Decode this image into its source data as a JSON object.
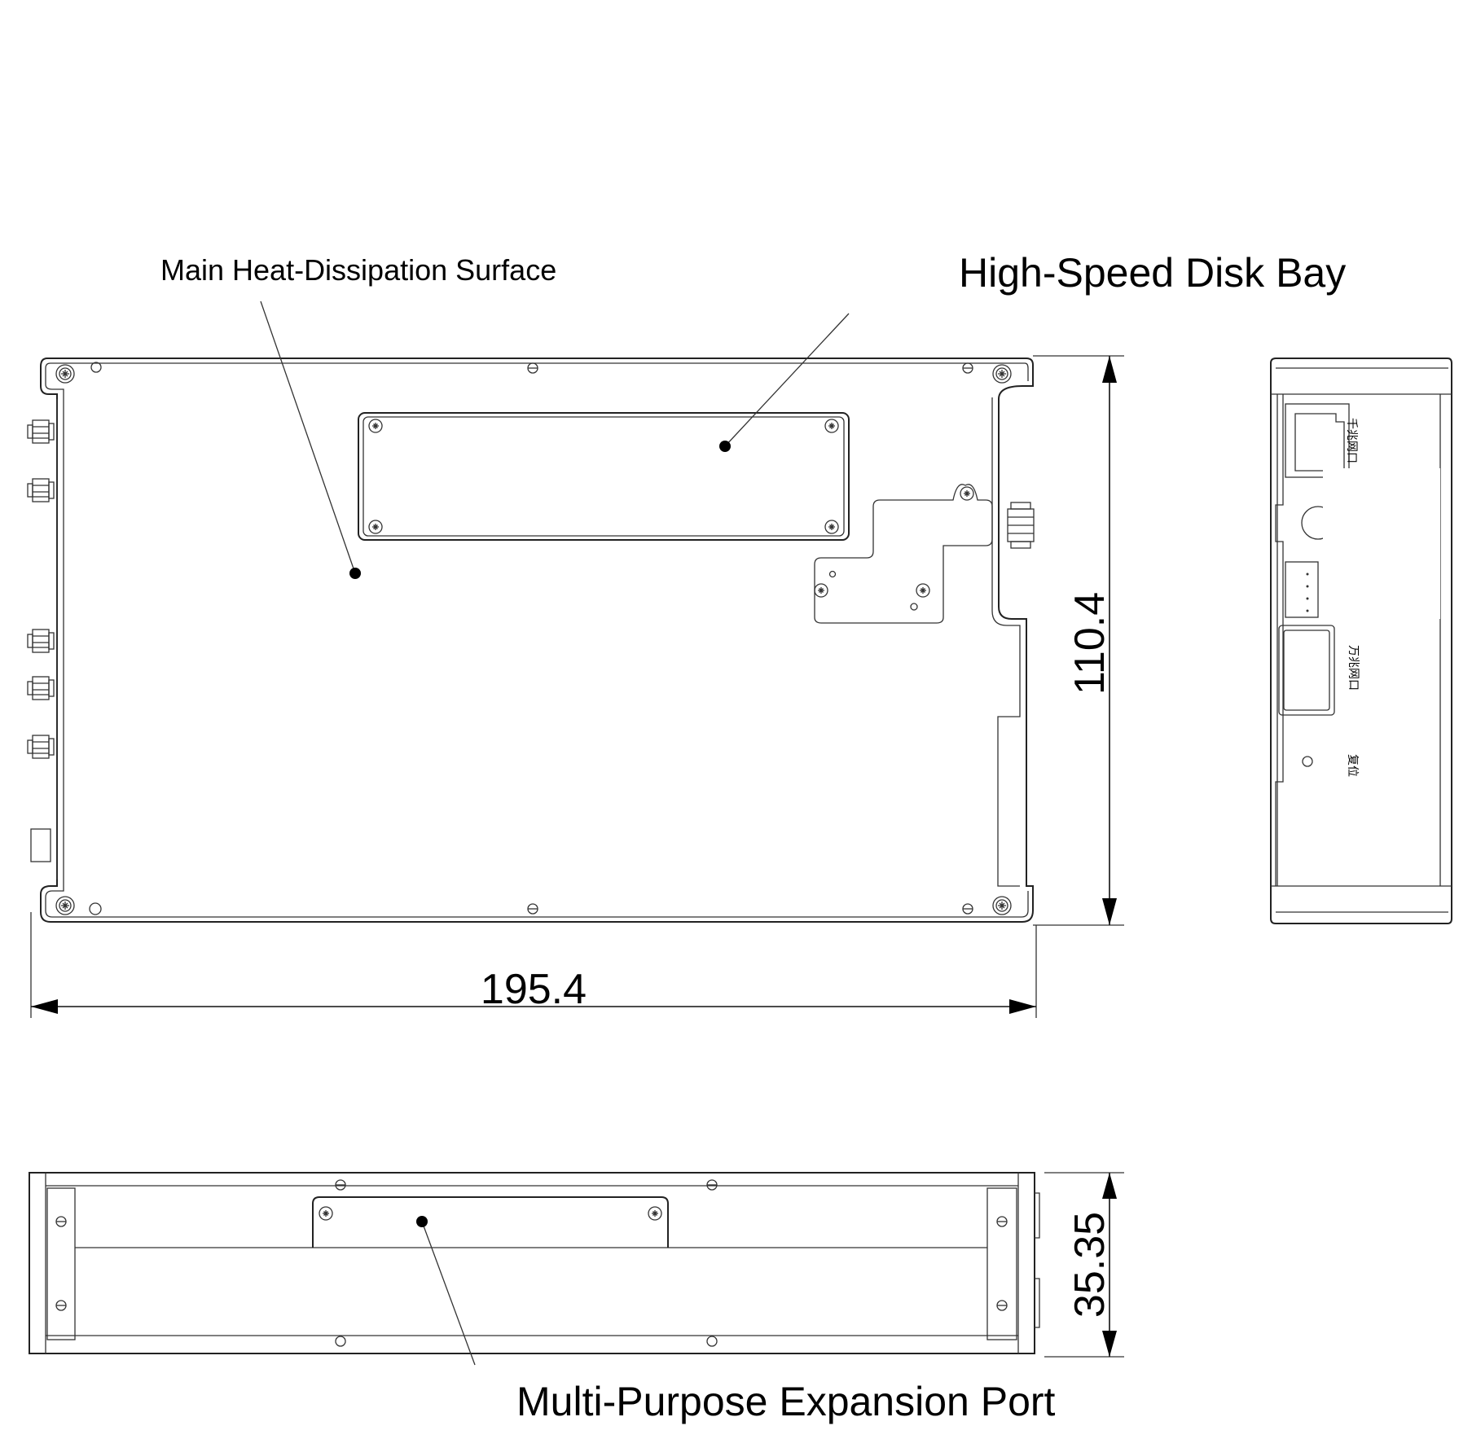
{
  "labels": {
    "heat_surface": "Main Heat-Dissipation Surface",
    "disk_bay": "High-Speed Disk Bay",
    "expansion_port": "Multi-Purpose Expansion Port"
  },
  "dimensions": {
    "width": "195.4",
    "height": "110.4",
    "depth": "35.35"
  },
  "side_panel": {
    "gigabit_port": "千兆网口",
    "ten_gigabit_port": "万兆网口",
    "reset": "复位"
  }
}
